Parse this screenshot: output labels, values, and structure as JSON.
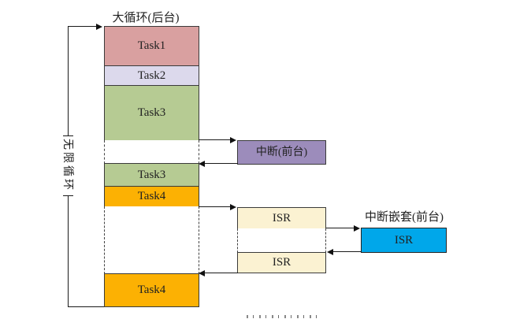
{
  "diagram": {
    "title": "大循环(后台)",
    "loop_label": "无限循环",
    "tasks": {
      "task1": "Task1",
      "task2": "Task2",
      "task3": "Task3",
      "task3_resumed": "Task3",
      "task4": "Task4",
      "task4_resumed": "Task4"
    },
    "interrupt": {
      "label": "中断(前台)"
    },
    "isr": {
      "first": "ISR",
      "second": "ISR"
    },
    "nested": {
      "title": "中断嵌套(前台)",
      "isr": "ISR"
    },
    "colors": {
      "task1_fill": "#D9A0A0",
      "task2_fill": "#DCD9EC",
      "task3_fill": "#B6CB93",
      "task4_fill": "#FCB103",
      "interrupt_fill": "#9C8CBB",
      "isr_fill": "#FBF2D2",
      "nested_isr_fill": "#00A7EA",
      "line_color": "#1A1A1A"
    }
  }
}
